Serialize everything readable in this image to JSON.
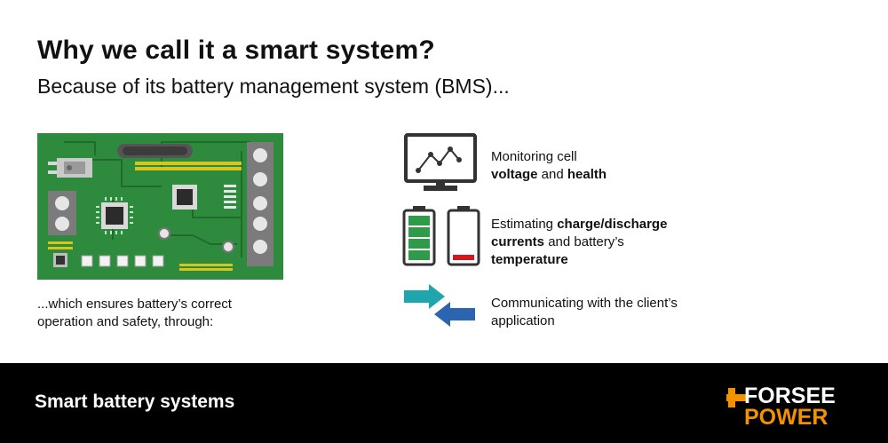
{
  "header": {
    "title": "Why we call it a smart system?",
    "subtitle": "Because of its battery management system (BMS)..."
  },
  "caption": {
    "line1": "...which ensures battery’s correct",
    "line2": "operation and safety, through:"
  },
  "features": [
    {
      "icon": "monitor-chart-icon",
      "lines": [
        [
          {
            "t": "Monitoring cell",
            "b": false
          }
        ],
        [
          {
            "t": "voltage",
            "b": true
          },
          {
            "t": " and ",
            "b": false
          },
          {
            "t": "health",
            "b": true
          }
        ]
      ]
    },
    {
      "icon": "battery-levels-icon",
      "lines": [
        [
          {
            "t": "Estimating ",
            "b": false
          },
          {
            "t": "charge/discharge",
            "b": true
          }
        ],
        [
          {
            "t": "currents",
            "b": true
          },
          {
            "t": " and battery’s",
            "b": false
          }
        ],
        [
          {
            "t": "temperature",
            "b": true
          }
        ]
      ]
    },
    {
      "icon": "exchange-arrows-icon",
      "lines": [
        [
          {
            "t": "Communicating with the client’s",
            "b": false
          }
        ],
        [
          {
            "t": "application",
            "b": false
          }
        ]
      ]
    }
  ],
  "footer": {
    "title": "Smart battery systems",
    "logo_line1": "FORSEE",
    "logo_line2": "POWER"
  },
  "colors": {
    "pcb_green": "#2e8b3e",
    "accent_orange": "#f39200",
    "arrow_teal": "#1fa6ad",
    "arrow_blue": "#2b65b0",
    "battery_green": "#2f9a47",
    "battery_red": "#d9151b"
  }
}
